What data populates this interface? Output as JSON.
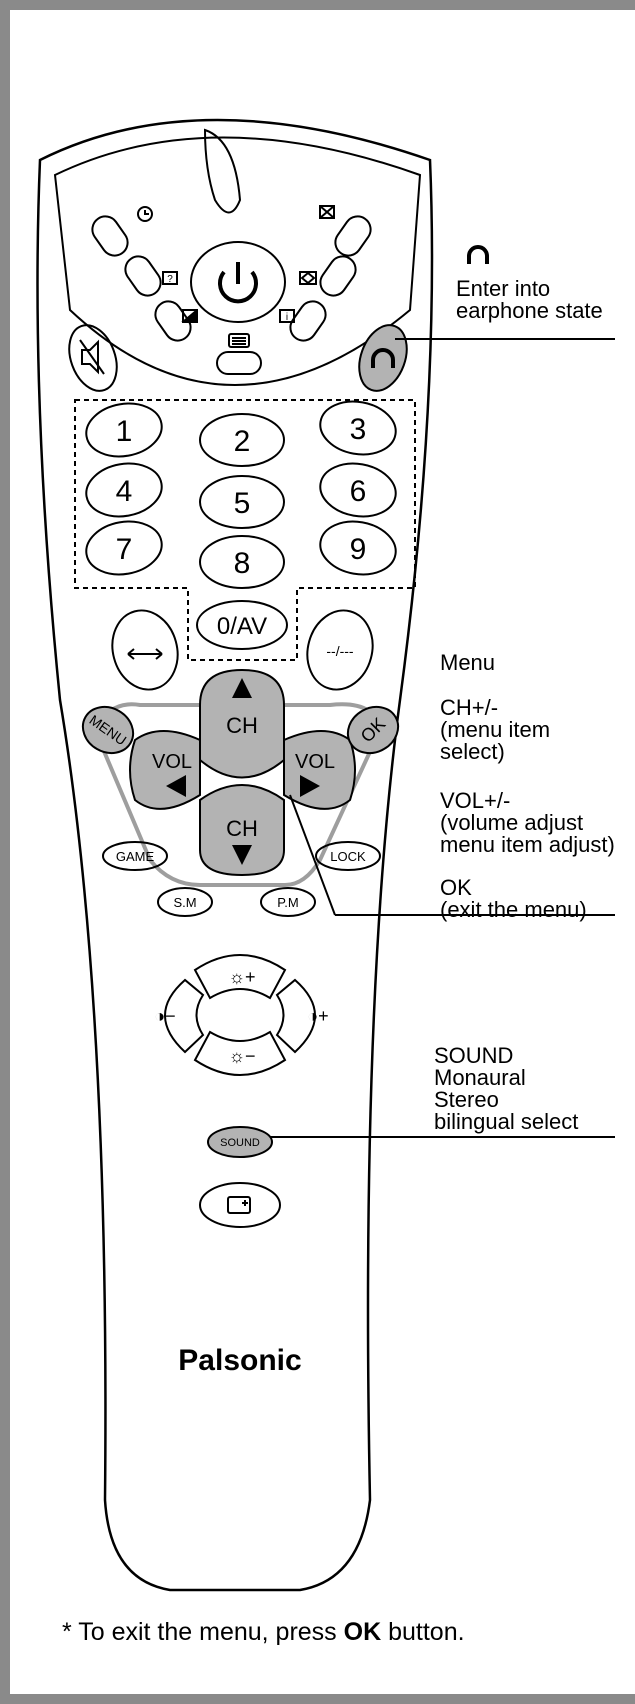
{
  "brand": "Palsonic",
  "buttons": {
    "num_1": "1",
    "num_2": "2",
    "num_3": "3",
    "num_4": "4",
    "num_5": "5",
    "num_6": "6",
    "num_7": "7",
    "num_8": "8",
    "num_9": "9",
    "av": "0/AV",
    "digit": "--/---",
    "menu": "MENU",
    "ok": "OK",
    "ch_up": "CH",
    "ch_down": "CH",
    "vol_down": "VOL",
    "vol_up": "VOL",
    "game": "GAME",
    "lock": "LOCK",
    "sm": "S.M",
    "pm": "P.M",
    "bright_up": "☼+",
    "bright_down": "☼−",
    "contrast_down": "◑−",
    "contrast_up": "◑+",
    "sound": "SOUND"
  },
  "annotations": {
    "earphone": "Enter into\nearphone state",
    "menu": "Menu",
    "ch": "CH+/-\n(menu item\nselect)",
    "vol": "VOL+/-\n(volume adjust\nmenu item adjust)",
    "ok": "OK\n(exit the menu)",
    "sound": "SOUND\nMonaural\nStereo\nbilingual select"
  },
  "footer": {
    "prefix": "* To exit the menu, press ",
    "bold": "OK",
    "suffix": " button."
  }
}
